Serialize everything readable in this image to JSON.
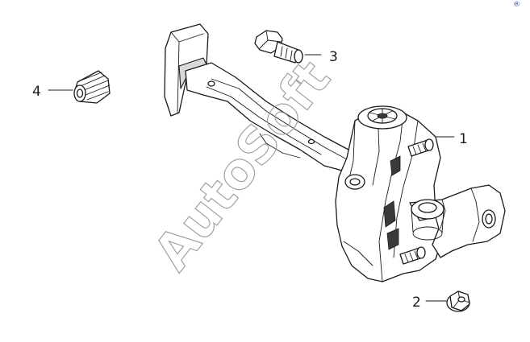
{
  "watermark": {
    "text": "AutoSoft",
    "registered_mark": "®"
  },
  "callouts": [
    {
      "id": "1",
      "label": "1",
      "part": "door-check-strap"
    },
    {
      "id": "2",
      "label": "2",
      "part": "nut"
    },
    {
      "id": "3",
      "label": "3",
      "part": "bolt"
    },
    {
      "id": "4",
      "label": "4",
      "part": "rubber-bumper"
    }
  ],
  "colors": {
    "line": "#1a1a1a",
    "watermark": "#9a9a9a",
    "registered_mark": "#2c4fcf"
  }
}
